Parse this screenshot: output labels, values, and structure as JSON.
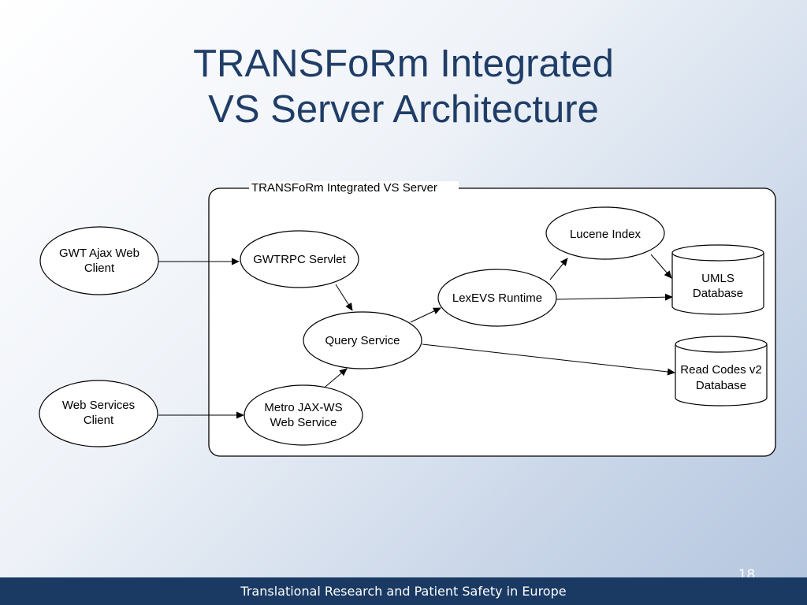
{
  "slide": {
    "title_line1": "TRANSFoRm Integrated",
    "title_line2": "VS Server Architecture",
    "footer": "Translational Research and Patient Safety in Europe",
    "page_number": "18"
  },
  "diagram": {
    "server_label": "TRANSFoRm Integrated VS Server",
    "gwt_client": [
      "GWT Ajax Web",
      "Client"
    ],
    "ws_client": [
      "Web Services",
      "Client"
    ],
    "gwtrpc": "GWTRPC Servlet",
    "metro": [
      "Metro JAX-WS",
      "Web Service"
    ],
    "query": "Query Service",
    "lexevs": "LexEVS Runtime",
    "lucene": "Lucene Index",
    "umls": [
      "UMLS",
      "Database"
    ],
    "readcodes": [
      "Read Codes v2",
      "Database"
    ]
  }
}
